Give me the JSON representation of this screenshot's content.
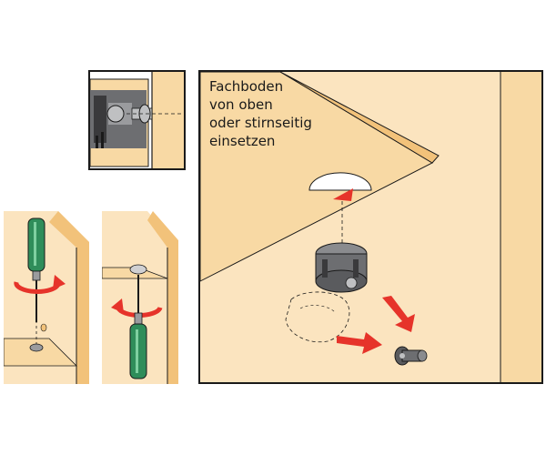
{
  "main_panel": {
    "caption_lines": [
      "Fachboden",
      "von oben",
      "oder stirnseitig",
      "einsetzen"
    ]
  },
  "colors": {
    "wood_light": "#fbe4bf",
    "wood_mid": "#f8d9a4",
    "wood_dark": "#f2c27a",
    "outline": "#1a1a1a",
    "arrow_red": "#e6332a",
    "fitting_gray": "#6d6e71",
    "handle_green": "#2f8d5a"
  },
  "icons": [
    "rotation-arrow-icon",
    "insert-arrow-icon",
    "screwdriver-icon",
    "cam-fitting-icon",
    "dowel-icon"
  ]
}
